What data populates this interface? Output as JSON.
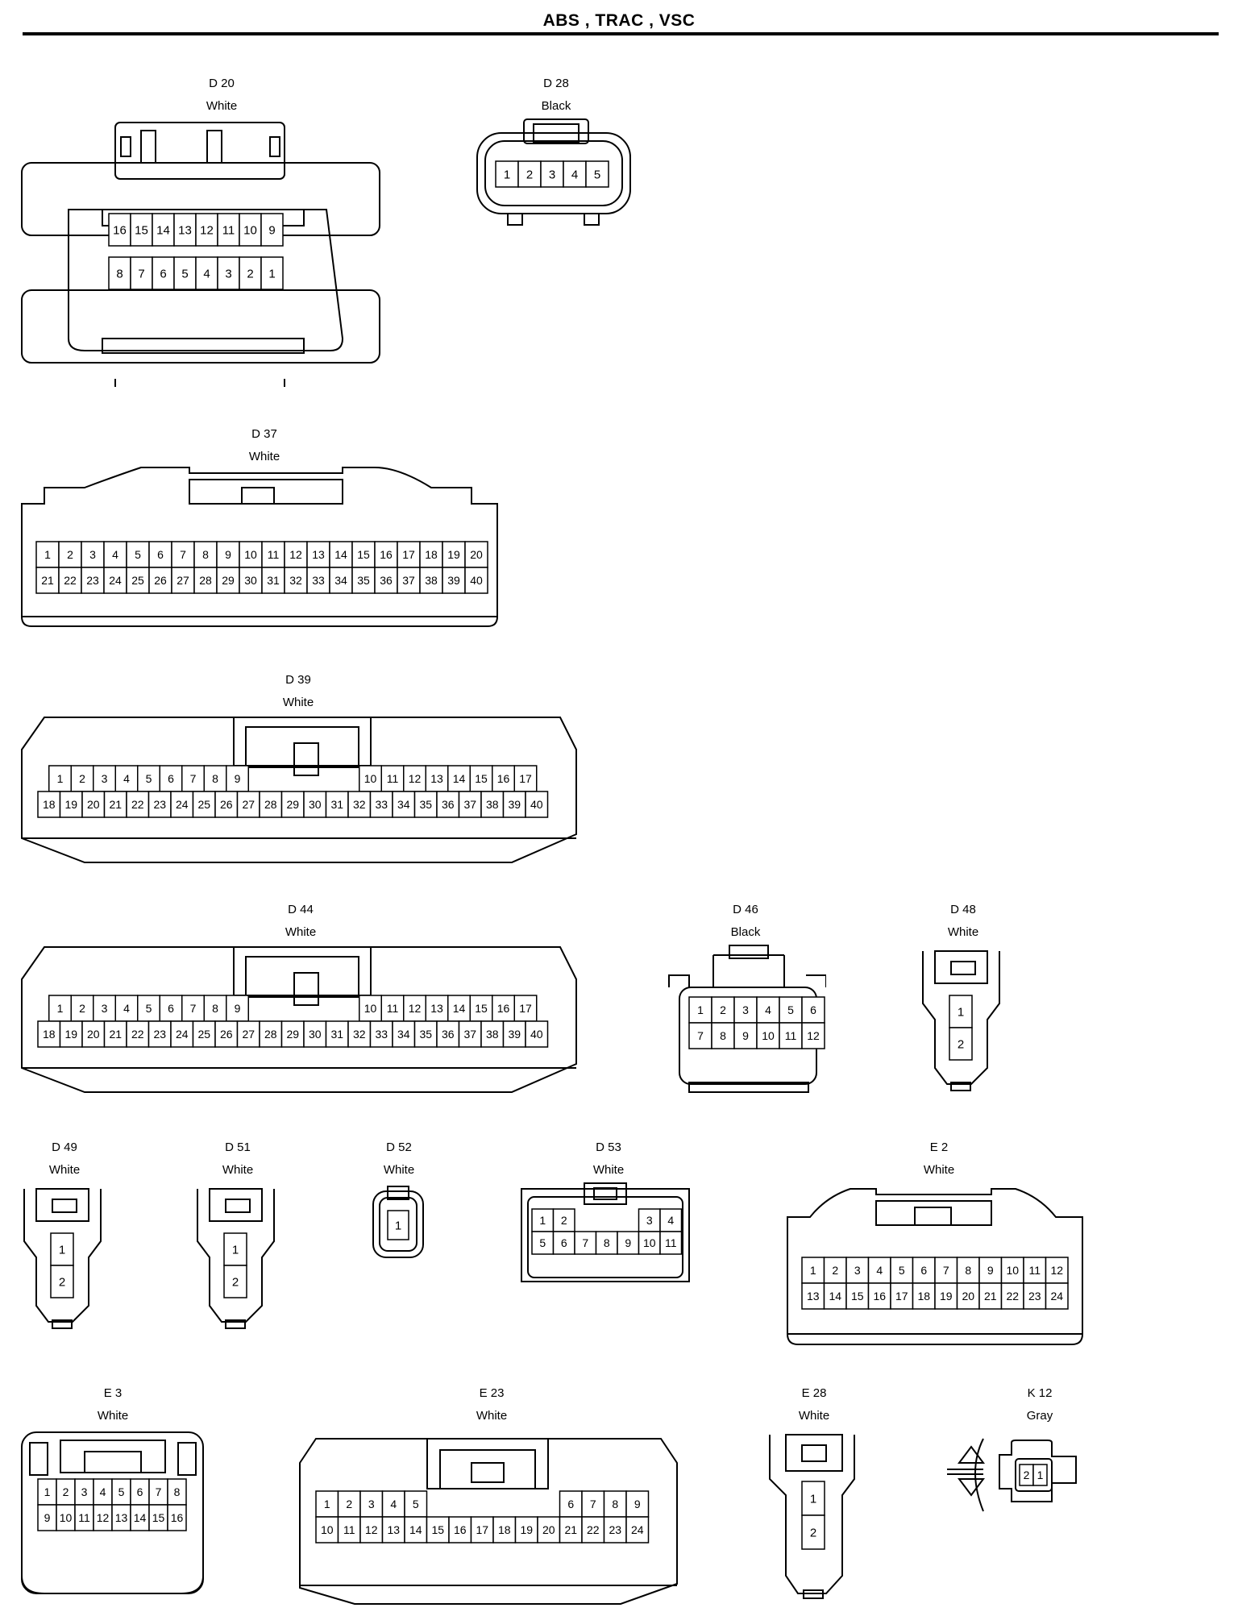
{
  "title": "ABS , TRAC , VSC",
  "connectors": [
    {
      "id": "D 20",
      "color": "White",
      "rows": [
        [
          "16",
          "15",
          "14",
          "13",
          "12",
          "11",
          "10",
          "9"
        ],
        [
          "8",
          "7",
          "6",
          "5",
          "4",
          "3",
          "2",
          "1"
        ]
      ]
    },
    {
      "id": "D 28",
      "color": "Black",
      "rows": [
        [
          "1",
          "2",
          "3",
          "4",
          "5"
        ]
      ]
    },
    {
      "id": "D 37",
      "color": "White",
      "rows": [
        [
          "1",
          "2",
          "3",
          "4",
          "5",
          "6",
          "7",
          "8",
          "9",
          "10",
          "11",
          "12",
          "13",
          "14",
          "15",
          "16",
          "17",
          "18",
          "19",
          "20"
        ],
        [
          "21",
          "22",
          "23",
          "24",
          "25",
          "26",
          "27",
          "28",
          "29",
          "30",
          "31",
          "32",
          "33",
          "34",
          "35",
          "36",
          "37",
          "38",
          "39",
          "40"
        ]
      ]
    },
    {
      "id": "D 39",
      "color": "White",
      "rows": [
        [
          "1",
          "2",
          "3",
          "4",
          "5",
          "6",
          "7",
          "8",
          "9",
          "",
          "",
          "",
          "",
          "",
          "10",
          "11",
          "12",
          "13",
          "14",
          "15",
          "16",
          "17"
        ],
        [
          "18",
          "19",
          "20",
          "21",
          "22",
          "23",
          "24",
          "25",
          "26",
          "27",
          "28",
          "29",
          "30",
          "31",
          "32",
          "33",
          "34",
          "35",
          "36",
          "37",
          "38",
          "39",
          "40"
        ]
      ]
    },
    {
      "id": "D 44",
      "color": "White",
      "rows": [
        [
          "1",
          "2",
          "3",
          "4",
          "5",
          "6",
          "7",
          "8",
          "9",
          "",
          "",
          "",
          "",
          "",
          "10",
          "11",
          "12",
          "13",
          "14",
          "15",
          "16",
          "17"
        ],
        [
          "18",
          "19",
          "20",
          "21",
          "22",
          "23",
          "24",
          "25",
          "26",
          "27",
          "28",
          "29",
          "30",
          "31",
          "32",
          "33",
          "34",
          "35",
          "36",
          "37",
          "38",
          "39",
          "40"
        ]
      ]
    },
    {
      "id": "D 46",
      "color": "Black",
      "rows": [
        [
          "1",
          "2",
          "3",
          "4",
          "5",
          "6"
        ],
        [
          "7",
          "8",
          "9",
          "10",
          "11",
          "12"
        ]
      ]
    },
    {
      "id": "D 48",
      "color": "White",
      "rows": [
        [
          "1"
        ],
        [
          "2"
        ]
      ]
    },
    {
      "id": "D 49",
      "color": "White",
      "rows": [
        [
          "1"
        ],
        [
          "2"
        ]
      ]
    },
    {
      "id": "D 51",
      "color": "White",
      "rows": [
        [
          "1"
        ],
        [
          "2"
        ]
      ]
    },
    {
      "id": "D 52",
      "color": "White",
      "rows": [
        [
          "1"
        ]
      ]
    },
    {
      "id": "D 53",
      "color": "White",
      "rows": [
        [
          "1",
          "2",
          "",
          "",
          "",
          "3",
          "4"
        ],
        [
          "5",
          "6",
          "7",
          "8",
          "9",
          "10",
          "11"
        ]
      ]
    },
    {
      "id": "E 2",
      "color": "White",
      "rows": [
        [
          "1",
          "2",
          "3",
          "4",
          "5",
          "6",
          "7",
          "8",
          "9",
          "10",
          "11",
          "12"
        ],
        [
          "13",
          "14",
          "15",
          "16",
          "17",
          "18",
          "19",
          "20",
          "21",
          "22",
          "23",
          "24"
        ]
      ]
    },
    {
      "id": "E 3",
      "color": "White",
      "rows": [
        [
          "1",
          "2",
          "3",
          "4",
          "5",
          "6",
          "7",
          "8"
        ],
        [
          "9",
          "10",
          "11",
          "12",
          "13",
          "14",
          "15",
          "16"
        ]
      ]
    },
    {
      "id": "E 23",
      "color": "White",
      "rows": [
        [
          "1",
          "2",
          "3",
          "4",
          "5",
          "",
          "",
          "",
          "",
          "",
          "",
          "6",
          "7",
          "8",
          "9"
        ],
        [
          "10",
          "11",
          "12",
          "13",
          "14",
          "15",
          "16",
          "17",
          "18",
          "19",
          "20",
          "21",
          "22",
          "23",
          "24"
        ]
      ]
    },
    {
      "id": "E 28",
      "color": "White",
      "rows": [
        [
          "1"
        ],
        [
          "2"
        ]
      ]
    },
    {
      "id": "K 12",
      "color": "Gray",
      "rows": [
        [
          "2",
          "1"
        ]
      ]
    }
  ]
}
